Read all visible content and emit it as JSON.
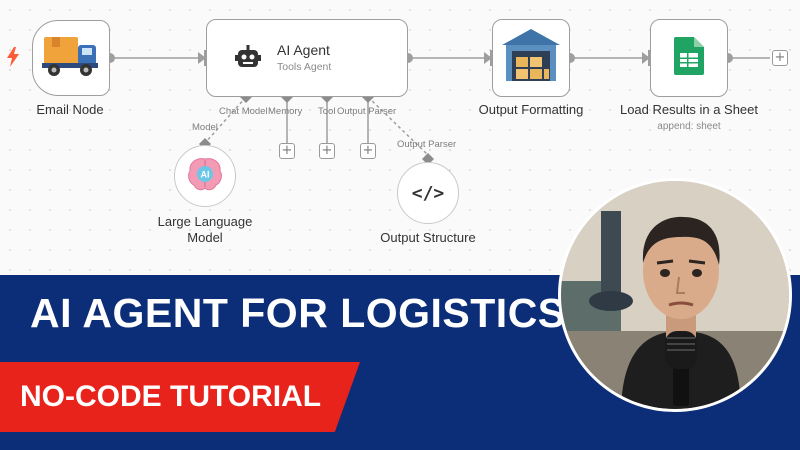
{
  "workflow": {
    "trigger_icon": "lightning-icon",
    "nodes": {
      "email": {
        "label": "Email Node",
        "icon": "delivery-truck-icon"
      },
      "agent": {
        "label": "AI Agent",
        "sublabel": "Tools Agent",
        "icon": "robot-icon"
      },
      "output_formatting": {
        "label": "Output Formatting",
        "icon": "warehouse-icon"
      },
      "load_results": {
        "label": "Load Results in a Sheet",
        "sublabel": "append: sheet",
        "icon": "spreadsheet-icon"
      },
      "llm": {
        "label_line1": "Large Language",
        "label_line2": "Model",
        "icon": "ai-brain-icon"
      },
      "output_structure": {
        "label": "Output Structure",
        "icon": "code-icon"
      }
    },
    "handles": {
      "chat_model": "Chat Model",
      "memory": "Memory",
      "tool": "Tool",
      "output_parser": "Output Parser",
      "model": "Model",
      "output_parser_2": "Output Parser"
    },
    "add_symbol": "+"
  },
  "banner": {
    "title": "AI AGENT FOR LOGISTICS",
    "tag": "NO-CODE TUTORIAL",
    "colors": {
      "banner": "#0c2d77",
      "tag": "#e8231b",
      "text": "#ffffff"
    }
  },
  "presenter": {
    "icon": "presenter-portrait-icon"
  }
}
